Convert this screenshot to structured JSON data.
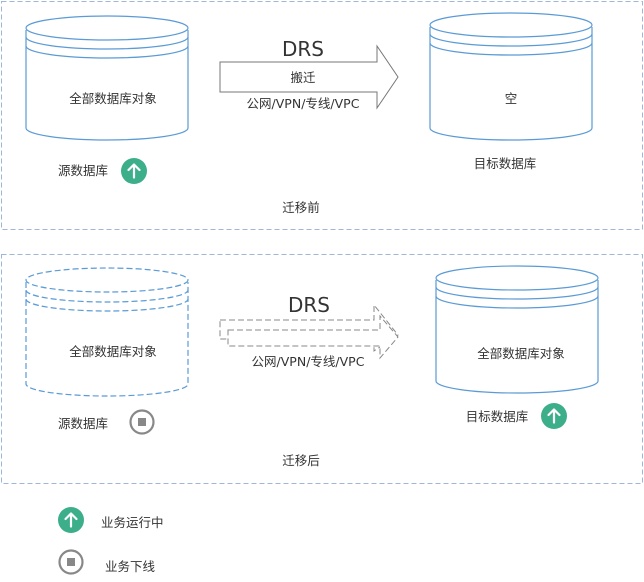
{
  "colors": {
    "cylinder_stroke": "#5b9bd5",
    "panel_border": "#9fb7d6",
    "arrow_stroke": "#777777",
    "running_badge": "#3dae8a",
    "offline_badge": "#888888"
  },
  "before": {
    "caption": "迁移前",
    "source_db": {
      "content": "全部数据库对象",
      "label": "源数据库",
      "status_icon": "running-arrow-up-icon"
    },
    "arrow": {
      "title": "DRS",
      "action": "搬迁",
      "network": "公网/VPN/专线/VPC"
    },
    "target_db": {
      "content": "空",
      "label": "目标数据库"
    }
  },
  "after": {
    "caption": "迁移后",
    "source_db": {
      "content": "全部数据库对象",
      "label": "源数据库",
      "status_icon": "offline-stop-icon"
    },
    "arrow": {
      "title": "DRS",
      "network": "公网/VPN/专线/VPC"
    },
    "target_db": {
      "content": "全部数据库对象",
      "label": "目标数据库",
      "status_icon": "running-arrow-up-icon"
    }
  },
  "legend": {
    "running": {
      "icon": "running-arrow-up-icon",
      "label": "业务运行中"
    },
    "offline": {
      "icon": "offline-stop-icon",
      "label": "业务下线"
    }
  }
}
